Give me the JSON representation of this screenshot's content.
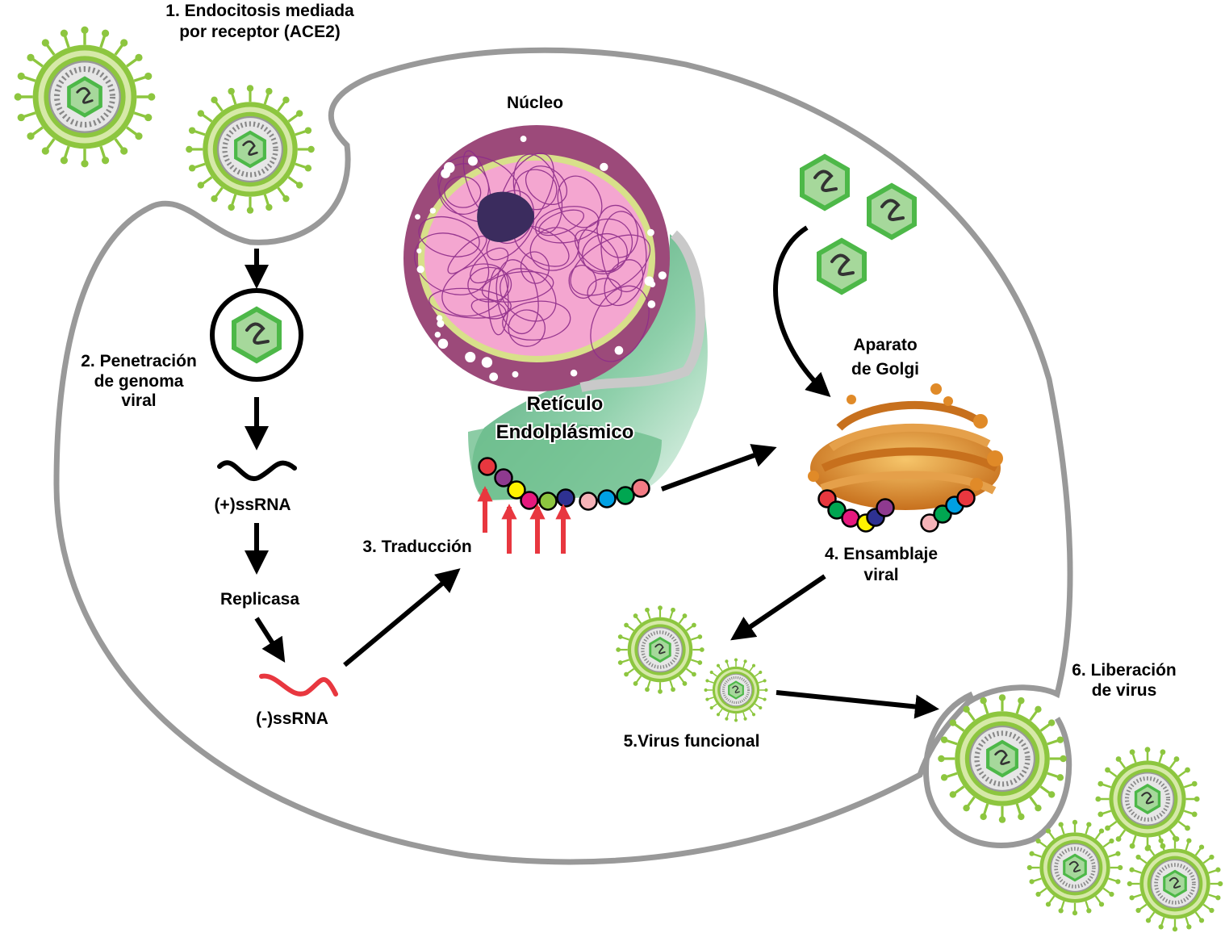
{
  "labels": {
    "step1_line1": "1. Endocitosis mediada",
    "step1_line2": "por receptor (ACE2)",
    "step2_line1": "2. Penetración",
    "step2_line2": "de genoma",
    "step2_line3": "viral",
    "plus_rna": "(+)ssRNA",
    "replicase": "Replicasa",
    "minus_rna": "(-)ssRNA",
    "nucleus": "Núcleo",
    "er_line1": "Retículo",
    "er_line2": "Endolplásmico",
    "translation": "3. Traducción",
    "golgi_line1": "Aparato",
    "golgi_line2": "de Golgi",
    "assembly_line1": "4. Ensamblaje",
    "assembly_line2": "viral",
    "functional_virus": "5.Virus funcional",
    "release_line1": "6. Liberación",
    "release_line2": "de virus"
  },
  "colors": {
    "cell_membrane": "#999999",
    "virus_green": "#8dc63f",
    "virus_light": "#d6e9a8",
    "capsid": "#4db848",
    "nucleus_outer": "#9c4a7a",
    "nucleus_inner": "#f4a6d0",
    "chromatin": "#8e2d8a",
    "nucleolus": "#3b2c5e",
    "er_green": "#5fb485",
    "golgi": "#d9892b",
    "rna_minus": "#e8373f",
    "arrow_red": "#e8373f"
  },
  "protein_colors": [
    "#e8373f",
    "#8e3a8f",
    "#fff200",
    "#e6197e",
    "#8dc63f",
    "#2e3192",
    "#f5b3b8",
    "#00a0e3",
    "#00a651",
    "#f37b84"
  ]
}
